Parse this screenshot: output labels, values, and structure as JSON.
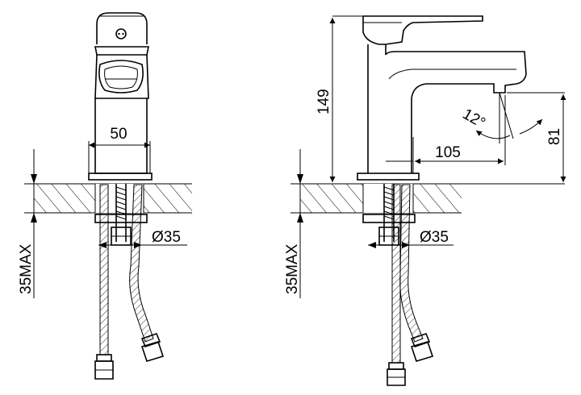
{
  "front_view": {
    "width_label": "50",
    "hole_diameter_label": "Ø35",
    "max_thickness_label": "35MAX"
  },
  "side_view": {
    "height_label": "149",
    "spout_reach_label": "105",
    "spout_height_label": "81",
    "angle_label": "12°",
    "hole_diameter_label": "Ø35",
    "max_thickness_label": "35MAX"
  },
  "colors": {
    "line": "#000000",
    "background": "#ffffff"
  }
}
